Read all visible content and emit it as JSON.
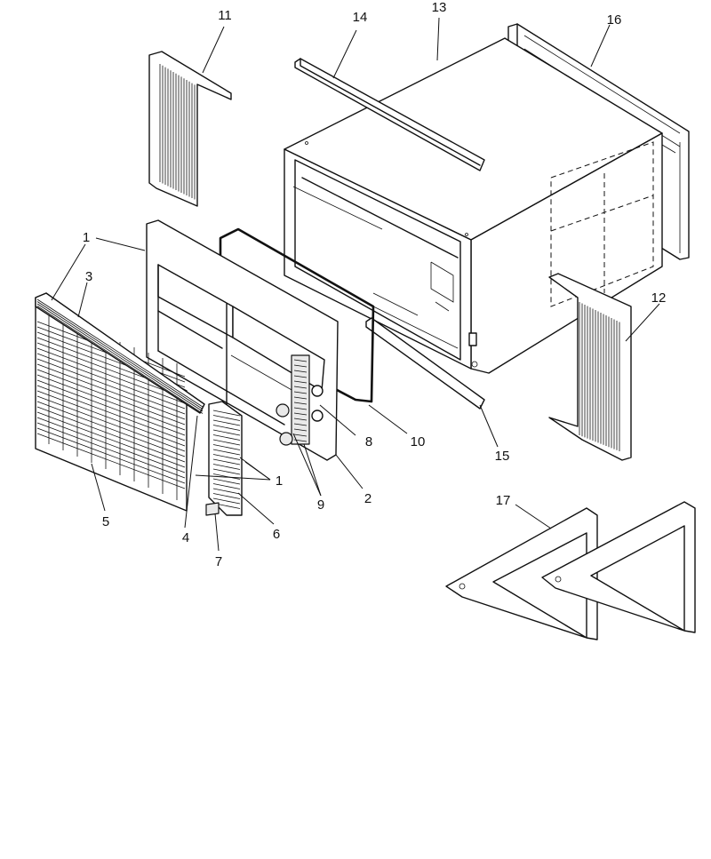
{
  "callouts": [
    {
      "id": "c11",
      "text": "11"
    },
    {
      "id": "c14",
      "text": "14"
    },
    {
      "id": "c13",
      "text": "13"
    },
    {
      "id": "c16",
      "text": "16"
    },
    {
      "id": "c1a",
      "text": "1"
    },
    {
      "id": "c3",
      "text": "3"
    },
    {
      "id": "c12",
      "text": "12"
    },
    {
      "id": "c8",
      "text": "8"
    },
    {
      "id": "c10",
      "text": "10"
    },
    {
      "id": "c15",
      "text": "15"
    },
    {
      "id": "c1b",
      "text": "1"
    },
    {
      "id": "c9",
      "text": "9"
    },
    {
      "id": "c2",
      "text": "2"
    },
    {
      "id": "c5",
      "text": "5"
    },
    {
      "id": "c4",
      "text": "4"
    },
    {
      "id": "c6",
      "text": "6"
    },
    {
      "id": "c7",
      "text": "7"
    },
    {
      "id": "c17",
      "text": "17"
    }
  ]
}
